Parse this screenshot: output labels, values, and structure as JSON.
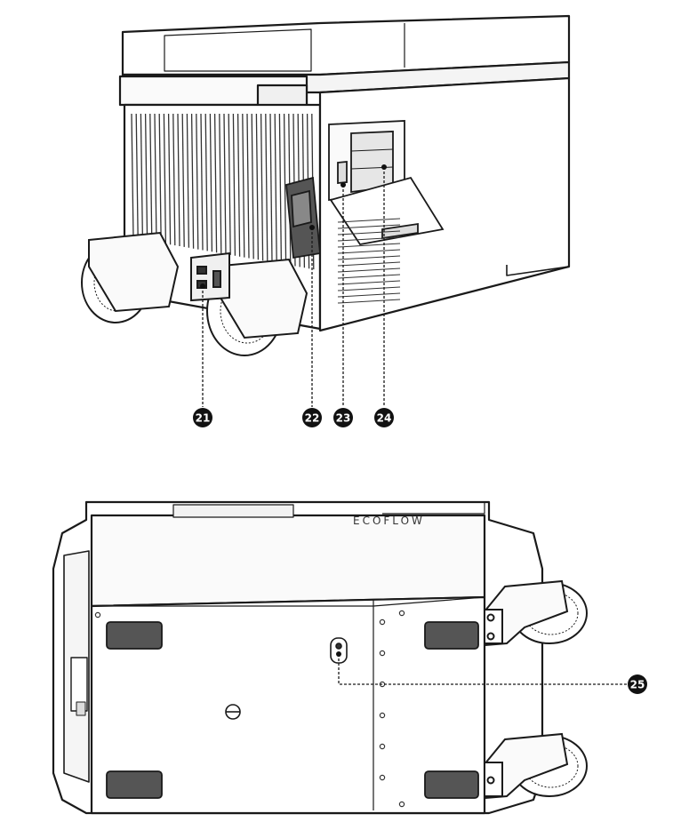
{
  "figure": {
    "top_view": {
      "name": "rear-side-view"
    },
    "bottom_view": {
      "name": "bottom-view",
      "brand_text": "ECOFLOW"
    },
    "callouts": [
      {
        "id": "c21",
        "label": "21"
      },
      {
        "id": "c22",
        "label": "22"
      },
      {
        "id": "c23",
        "label": "23"
      },
      {
        "id": "c24",
        "label": "24"
      },
      {
        "id": "c25",
        "label": "25"
      }
    ]
  },
  "colors": {
    "line": "#1a1a1a",
    "fill": "#ffffff",
    "shade": "#e6e6e6",
    "dark": "#111111"
  }
}
